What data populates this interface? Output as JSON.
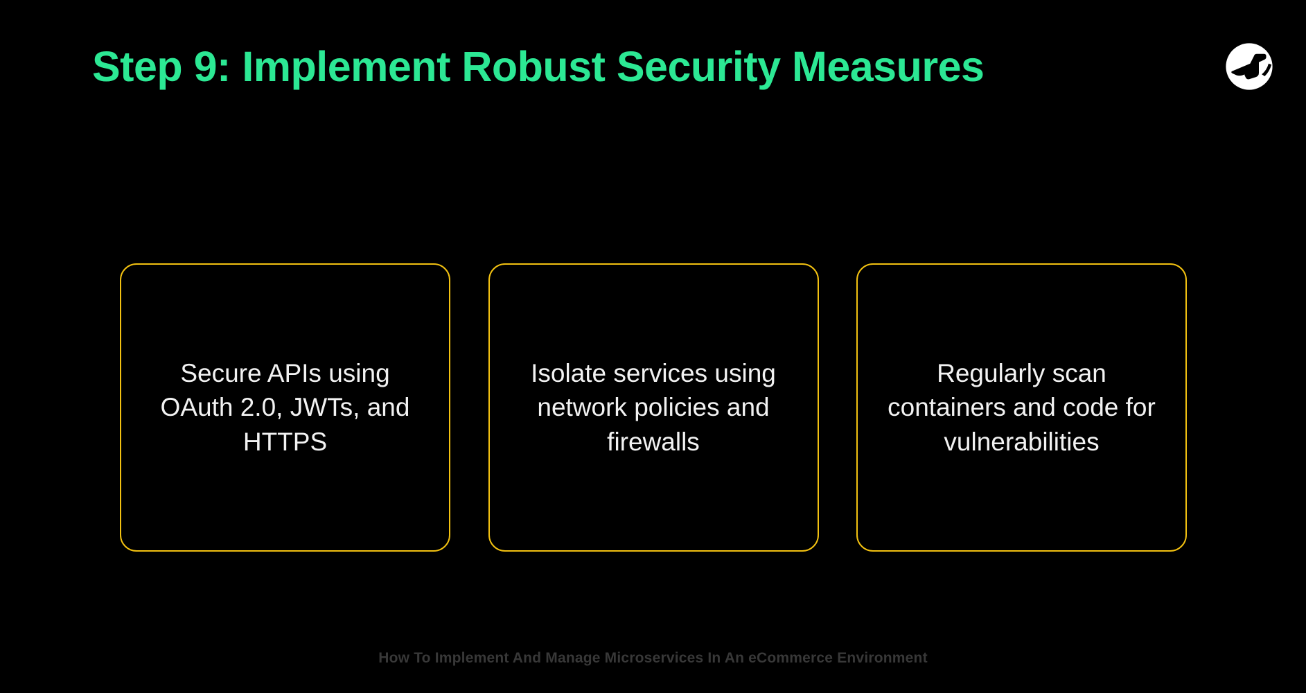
{
  "theme": {
    "background": "#000000",
    "accent_green": "#2CE894",
    "card_border_yellow": "#F2C111",
    "card_text_color": "#F2F2F2",
    "footer_text_color": "#383838"
  },
  "header": {
    "title": "Step 9: Implement Robust Security Measures",
    "logo_icon": "brand-circle-arm-logo"
  },
  "main": {
    "cards": [
      {
        "id": "card-api-security",
        "text": "Secure APIs using OAuth 2.0, JWTs, and HTTPS"
      },
      {
        "id": "card-network-isolation",
        "text": "Isolate services using network policies and firewalls"
      },
      {
        "id": "card-vulnerability-scanning",
        "text": "Regularly scan containers and code for vulnerabilities"
      }
    ]
  },
  "footer": {
    "text": "How To Implement And Manage Microservices In An eCommerce Environment"
  }
}
